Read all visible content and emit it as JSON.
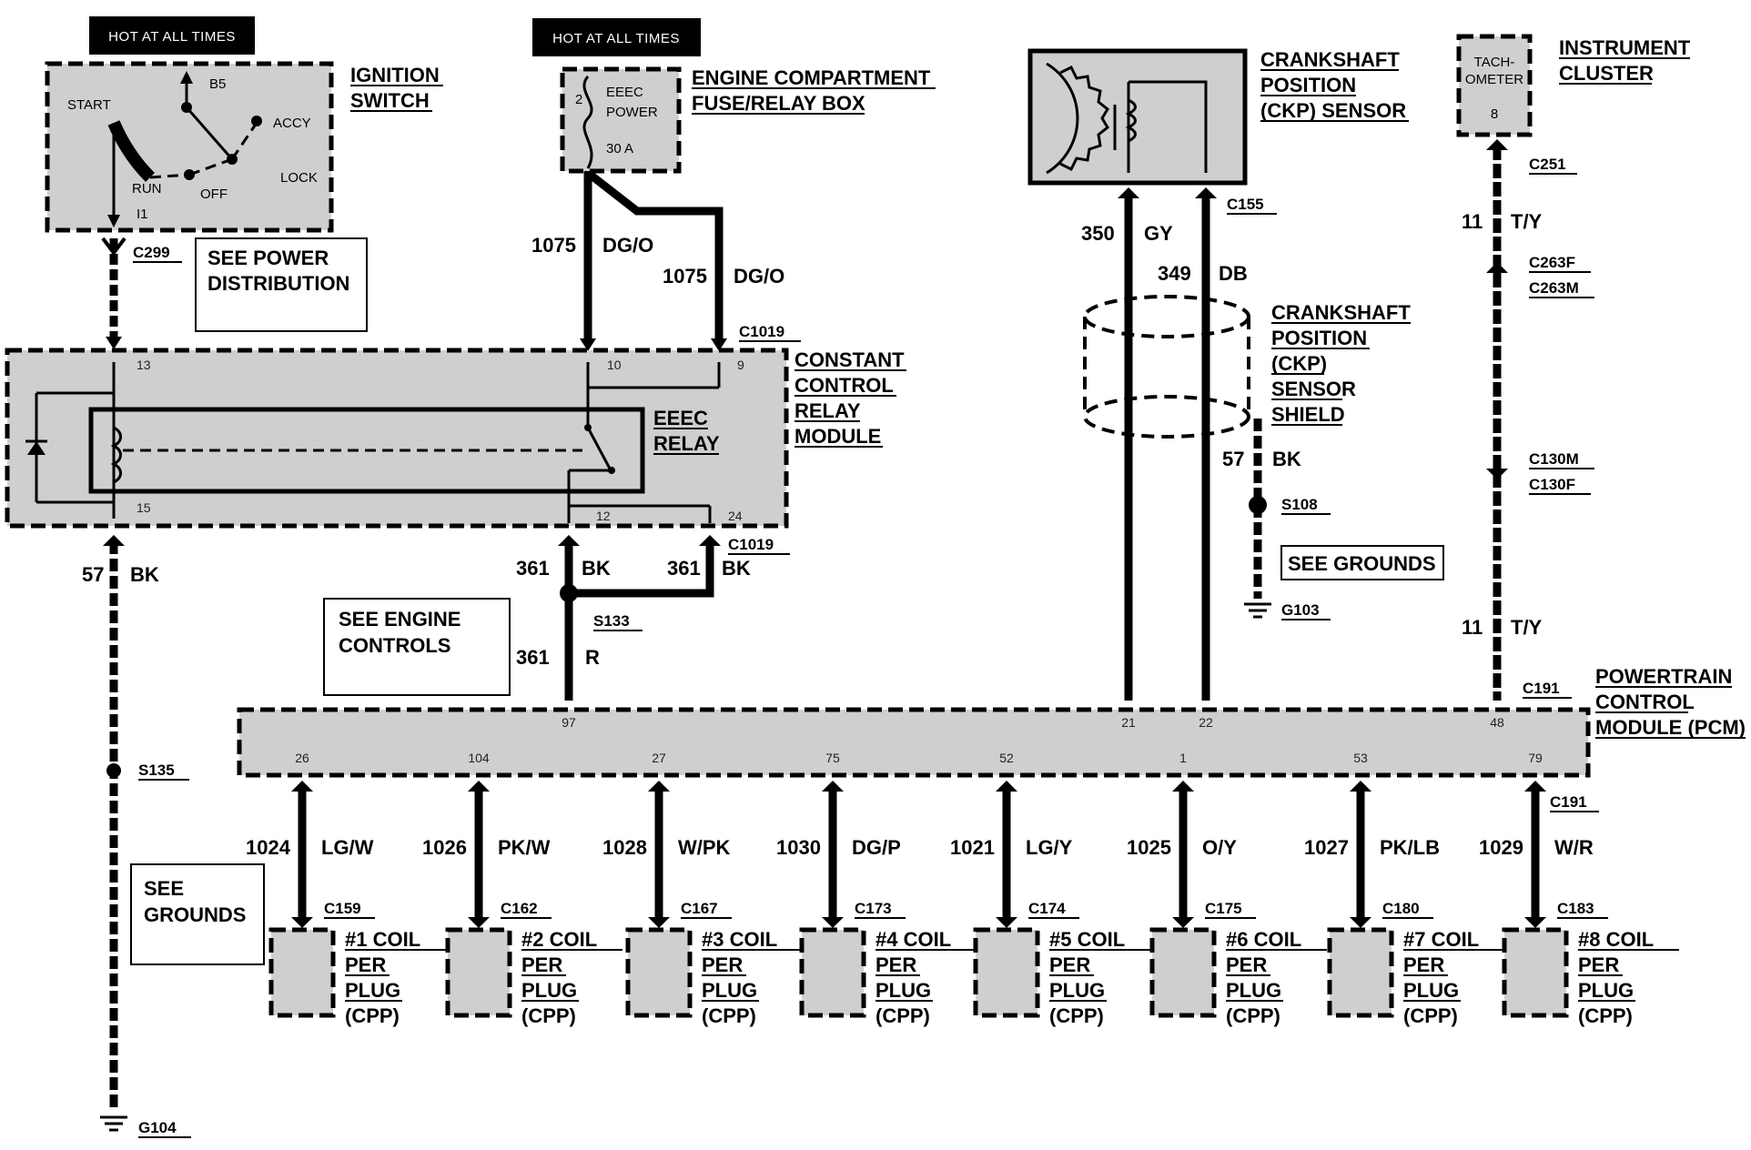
{
  "hot_at_all_times": "HOT AT ALL TIMES",
  "ignition_switch": {
    "title_1": "IGNITION",
    "title_2": "SWITCH",
    "positions": {
      "start": "START",
      "b5": "B5",
      "accy": "ACCY",
      "run": "RUN",
      "off": "OFF",
      "lock": "LOCK",
      "i1": "I1"
    },
    "connector": "C299"
  },
  "see_power_distribution": {
    "line1": "SEE POWER",
    "line2": "DISTRIBUTION"
  },
  "fuse_box": {
    "title_1": "ENGINE COMPARTMENT",
    "title_2": "FUSE/RELAY BOX",
    "fuse_num": "2",
    "fuse_name_1": "EEEC",
    "fuse_name_2": "POWER",
    "fuse_rating": "30 A"
  },
  "wire_1075": {
    "num": "1075",
    "color": "DG/O"
  },
  "ccrm": {
    "title_1": "CONSTANT",
    "title_2": "CONTROL",
    "title_3": "RELAY",
    "title_4": "MODULE",
    "relay_1": "EEEC",
    "relay_2": "RELAY",
    "connector": "C1019",
    "pins": {
      "p13": "13",
      "p10": "10",
      "p9": "9",
      "p15": "15",
      "p12": "12",
      "p24": "24"
    }
  },
  "wire_57_bk": {
    "num": "57",
    "color": "BK"
  },
  "wire_361_bk": {
    "num": "361",
    "color": "BK"
  },
  "wire_361_r": {
    "num": "361",
    "color": "R"
  },
  "splices": {
    "s133": "S133",
    "s135": "S135",
    "s108": "S108"
  },
  "see_engine_controls": {
    "line1": "SEE ENGINE",
    "line2": "CONTROLS"
  },
  "see_grounds": {
    "line1": "SEE",
    "line2": "GROUNDS",
    "single": "SEE GROUNDS"
  },
  "grounds": {
    "g104": "G104",
    "g103": "G103"
  },
  "ckp_sensor": {
    "title_1": "CRANKSHAFT",
    "title_2": "POSITION",
    "title_3": "(CKP) SENSOR",
    "connector": "C155"
  },
  "wire_350": {
    "num": "350",
    "color": "GY"
  },
  "wire_349": {
    "num": "349",
    "color": "DB"
  },
  "ckp_shield": {
    "title_1": "CRANKSHAFT",
    "title_2": "POSITION",
    "title_3": "(CKP)",
    "title_4": "SENSOR",
    "title_5": "SHIELD"
  },
  "wire_57_shield": {
    "num": "57",
    "color": "BK"
  },
  "instrument_cluster": {
    "title_1": "INSTRUMENT",
    "title_2": "CLUSTER",
    "tach_1": "TACH-",
    "tach_2": "OMETER",
    "pin": "8"
  },
  "cluster_connectors": {
    "c251": "C251",
    "c263f": "C263F",
    "c263m": "C263M",
    "c130m": "C130M",
    "c130f": "C130F"
  },
  "wire_11": {
    "num": "11",
    "color": "T/Y"
  },
  "pcm": {
    "title_1": "POWERTRAIN",
    "title_2": "CONTROL",
    "title_3": "MODULE (PCM)",
    "connector": "C191",
    "top_pins": {
      "p97": "97",
      "p21": "21",
      "p22": "22",
      "p48": "48"
    }
  },
  "coils": [
    {
      "pin": "26",
      "wire": "1024",
      "color": "LG/W",
      "connector": "C159",
      "name": "#1 COIL"
    },
    {
      "pin": "104",
      "wire": "1026",
      "color": "PK/W",
      "connector": "C162",
      "name": "#2 COIL"
    },
    {
      "pin": "27",
      "wire": "1028",
      "color": "W/PK",
      "connector": "C167",
      "name": "#3 COIL"
    },
    {
      "pin": "75",
      "wire": "1030",
      "color": "DG/P",
      "connector": "C173",
      "name": "#4 COIL"
    },
    {
      "pin": "52",
      "wire": "1021",
      "color": "LG/Y",
      "connector": "C174",
      "name": "#5 COIL"
    },
    {
      "pin": "1",
      "wire": "1025",
      "color": "O/Y",
      "connector": "C175",
      "name": "#6 COIL"
    },
    {
      "pin": "53",
      "wire": "1027",
      "color": "PK/LB",
      "connector": "C180",
      "name": "#7 COIL"
    },
    {
      "pin": "79",
      "wire": "1029",
      "color": "W/R",
      "connector": "C183",
      "name": "#8 COIL"
    }
  ],
  "coil_suffix": {
    "line1": "PER",
    "line2": "PLUG",
    "line3": "(CPP)"
  }
}
